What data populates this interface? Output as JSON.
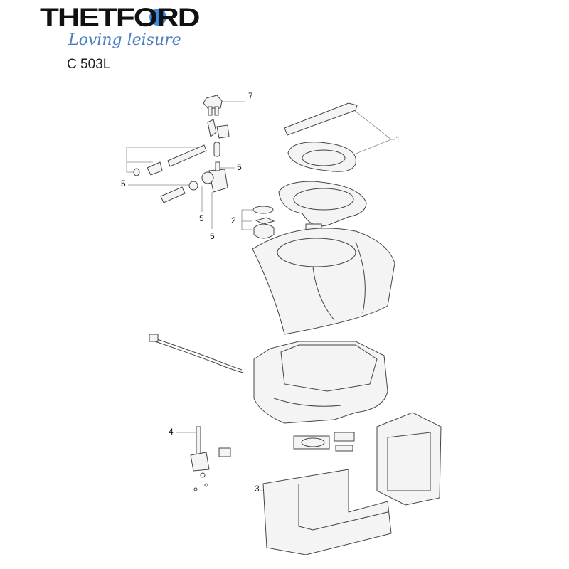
{
  "brand": {
    "logo_text": "THETFORD",
    "tagline": "Loving leisure",
    "accent_color": "#4a7fc0"
  },
  "model": "C 503L",
  "callouts": [
    "7",
    "1",
    "5",
    "5",
    "5",
    "5",
    "2",
    "4",
    "3"
  ]
}
